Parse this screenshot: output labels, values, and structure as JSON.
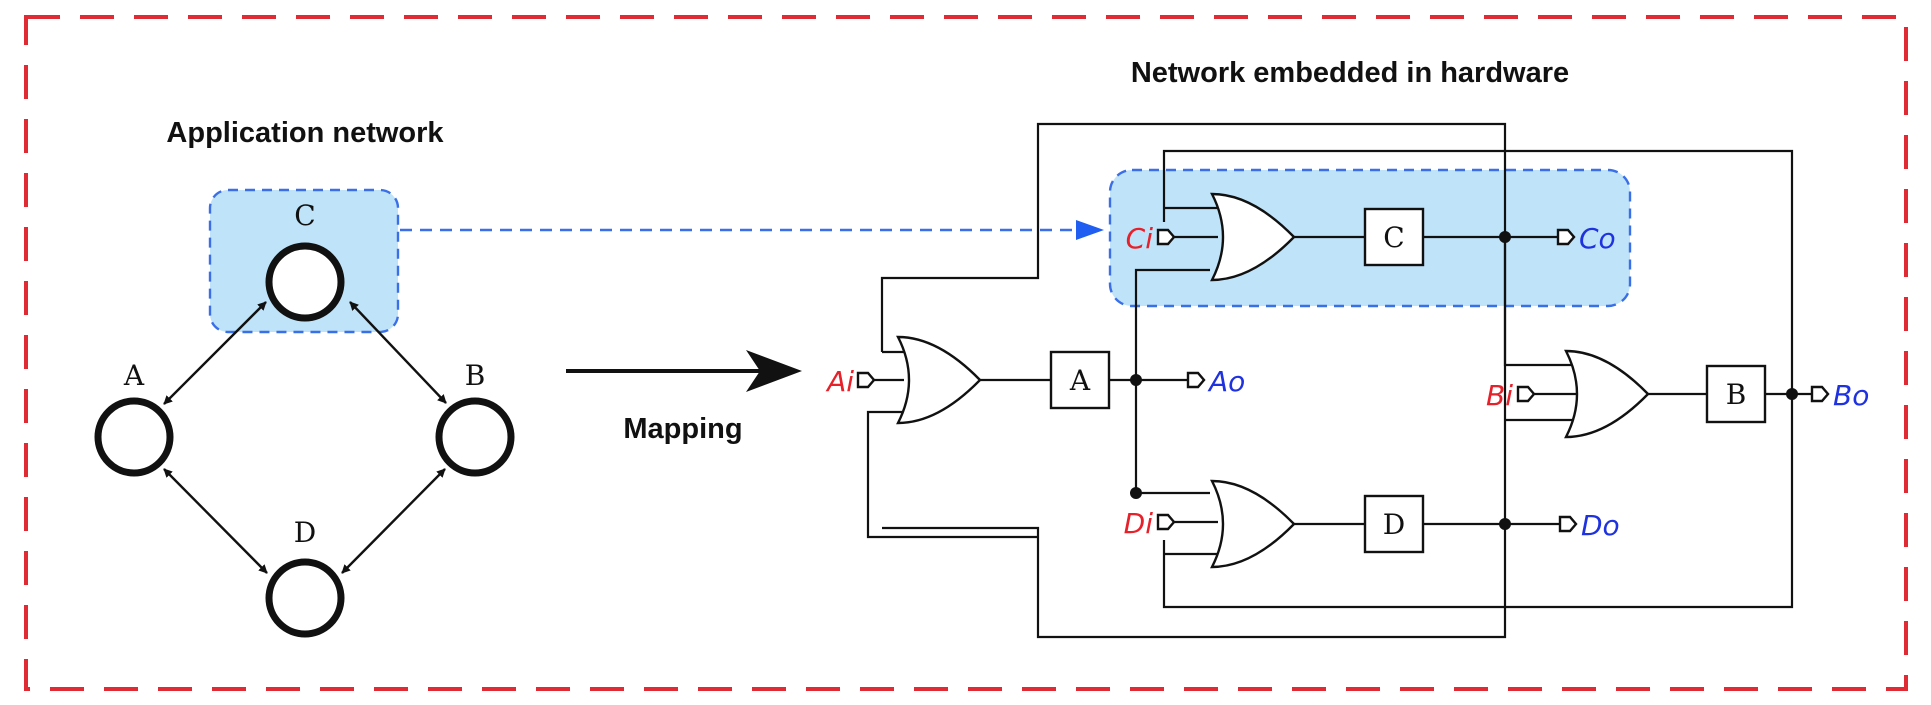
{
  "titles": {
    "application": "Application network",
    "hardware": "Network embedded in hardware",
    "mapping": "Mapping"
  },
  "app_nodes": {
    "a": "A",
    "b": "B",
    "c": "C",
    "d": "D"
  },
  "hw_boxes": {
    "a": "A",
    "b": "B",
    "c": "C",
    "d": "D"
  },
  "ports": {
    "ai": "Ai",
    "ao": "Ao",
    "bi": "Bi",
    "bo": "Bo",
    "ci": "Ci",
    "co": "Co",
    "di": "Di",
    "do": "Do"
  },
  "colors": {
    "border": "#e02b35",
    "highlight_fill": "#bfe3f8",
    "highlight_stroke": "#3a6fe8",
    "input_port": "#e8202a",
    "output_port": "#1f32e0"
  }
}
